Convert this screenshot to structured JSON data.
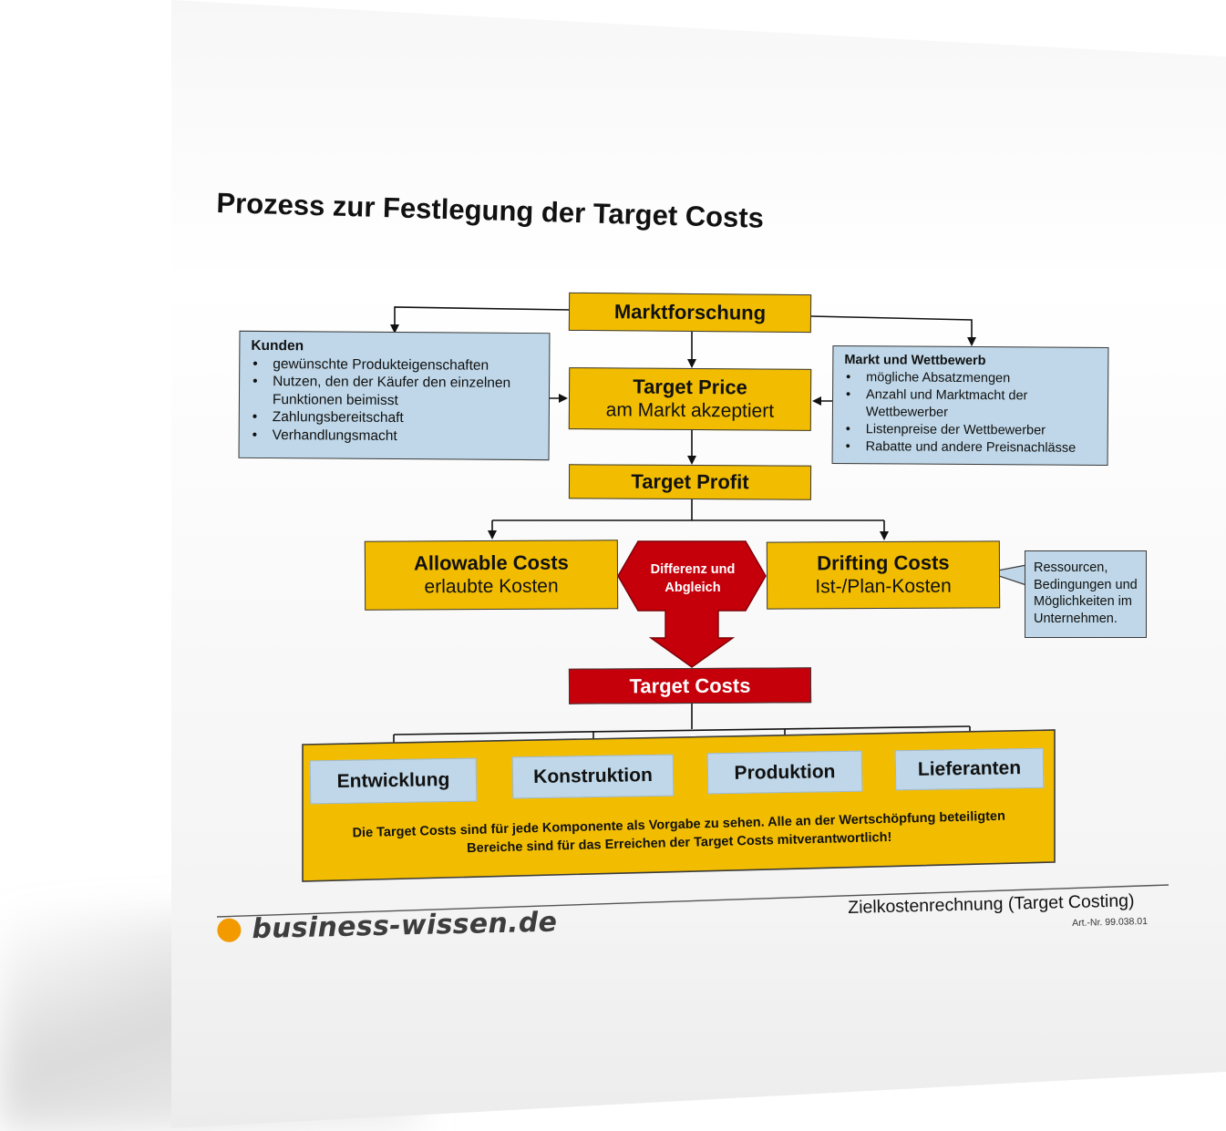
{
  "title": "Prozess zur Festlegung der Target Costs",
  "nodes": {
    "marktforschung": "Marktforschung",
    "target_price": {
      "title": "Target Price",
      "subtitle": "am Markt akzeptiert"
    },
    "target_profit": "Target Profit",
    "allowable_costs": {
      "title": "Allowable Costs",
      "subtitle": "erlaubte Kosten"
    },
    "drifting_costs": {
      "title": "Drifting Costs",
      "subtitle": "Ist-/Plan-Kosten"
    },
    "differenz": {
      "line1": "Differenz und",
      "line2": "Abgleich"
    },
    "target_costs": "Target Costs"
  },
  "kunden": {
    "heading": "Kunden",
    "items": [
      "gewünschte Produkteigenschaften",
      "Nutzen, den der Käufer den einzelnen Funktionen beimisst",
      "Zahlungsbereitschaft",
      "Verhandlungsmacht"
    ]
  },
  "markt": {
    "heading": "Markt und Wettbewerb",
    "items": [
      "mögliche Absatzmengen",
      "Anzahl und Marktmacht der Wettbewerber",
      "Listenpreise der Wettbewerber",
      "Rabatte und andere Preisnachlässe"
    ]
  },
  "callout": "Ressourcen, Bedingungen und Möglichkeiten im Unternehmen.",
  "departments": [
    "Entwicklung",
    "Konstruktion",
    "Produktion",
    "Lieferanten"
  ],
  "note": "Die Target Costs sind für jede Komponente als Vorgabe zu sehen. Alle an der Wertschöpfung beteiligten Bereiche sind für das Erreichen der Target Costs mitverantwortlich!",
  "footer": {
    "logo": "business-wissen.de",
    "doc_title": "Zielkostenrechnung (Target Costing)",
    "art_nr": "Art.-Nr. 99.038.01"
  },
  "colors": {
    "gold": "#f2bd00",
    "blue": "#bfd7e8",
    "red": "#c6000b",
    "logo_dot": "#f29a00"
  }
}
